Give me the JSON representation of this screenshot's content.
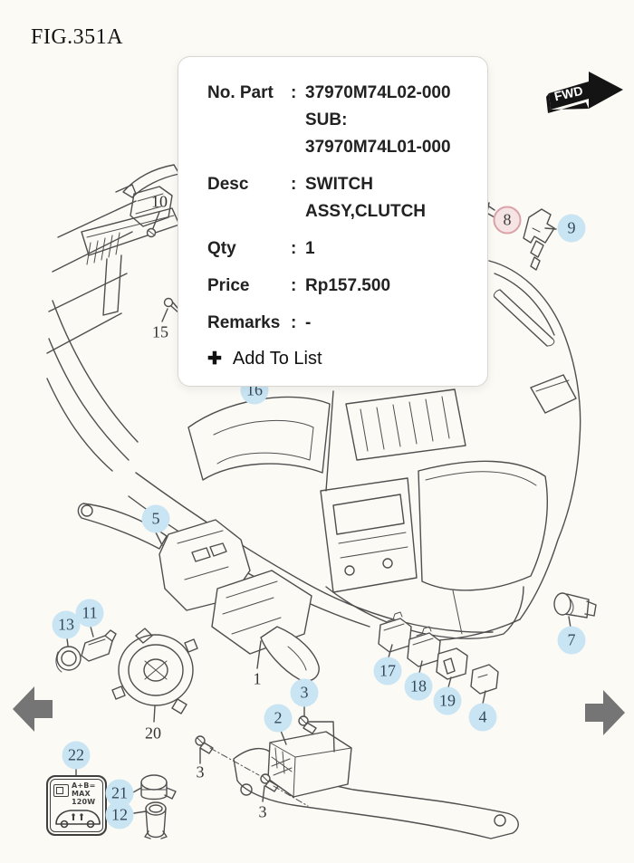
{
  "figure": {
    "title": "FIG.351A"
  },
  "fwd_badge": {
    "label": "FWD"
  },
  "part_card": {
    "rows": [
      {
        "label": "No. Part",
        "sep": ":",
        "value": "37970M74L02-000"
      },
      {
        "label": "",
        "sep": "",
        "value": "SUB:"
      },
      {
        "label": "",
        "sep": "",
        "value": "37970M74L01-000"
      },
      {
        "label": "Desc",
        "sep": ":",
        "value": "SWITCH"
      },
      {
        "label": "",
        "sep": "",
        "value": "ASSY,CLUTCH"
      },
      {
        "label": "Qty",
        "sep": ":",
        "value": "1"
      },
      {
        "label": "Price",
        "sep": ":",
        "value": "Rp157.500"
      },
      {
        "label": "Remarks",
        "sep": ":",
        "value": "-"
      }
    ],
    "add_button": {
      "icon": "✚",
      "label": "Add To List"
    }
  },
  "selected_callout": "8",
  "callouts": [
    {
      "n": "10"
    },
    {
      "n": "15"
    },
    {
      "n": "8"
    },
    {
      "n": "9"
    },
    {
      "n": "16"
    },
    {
      "n": "5"
    },
    {
      "n": "11"
    },
    {
      "n": "13"
    },
    {
      "n": "1"
    },
    {
      "n": "3"
    },
    {
      "n": "17"
    },
    {
      "n": "18"
    },
    {
      "n": "19"
    },
    {
      "n": "2"
    },
    {
      "n": "4"
    },
    {
      "n": "7"
    },
    {
      "n": "20"
    },
    {
      "n": "22"
    },
    {
      "n": "3"
    },
    {
      "n": "21"
    },
    {
      "n": "12"
    },
    {
      "n": "3"
    }
  ],
  "label_plate": {
    "line1": "A+B=",
    "line2": "MAX",
    "line3": "120W"
  },
  "colors": {
    "callout_blue": "#c9e5f4",
    "highlight_pink_fill": "#f6e3e4",
    "highlight_pink_border": "#d9a3a9",
    "arrow_gray": "#757575",
    "line_gray": "#4f4f4f"
  }
}
